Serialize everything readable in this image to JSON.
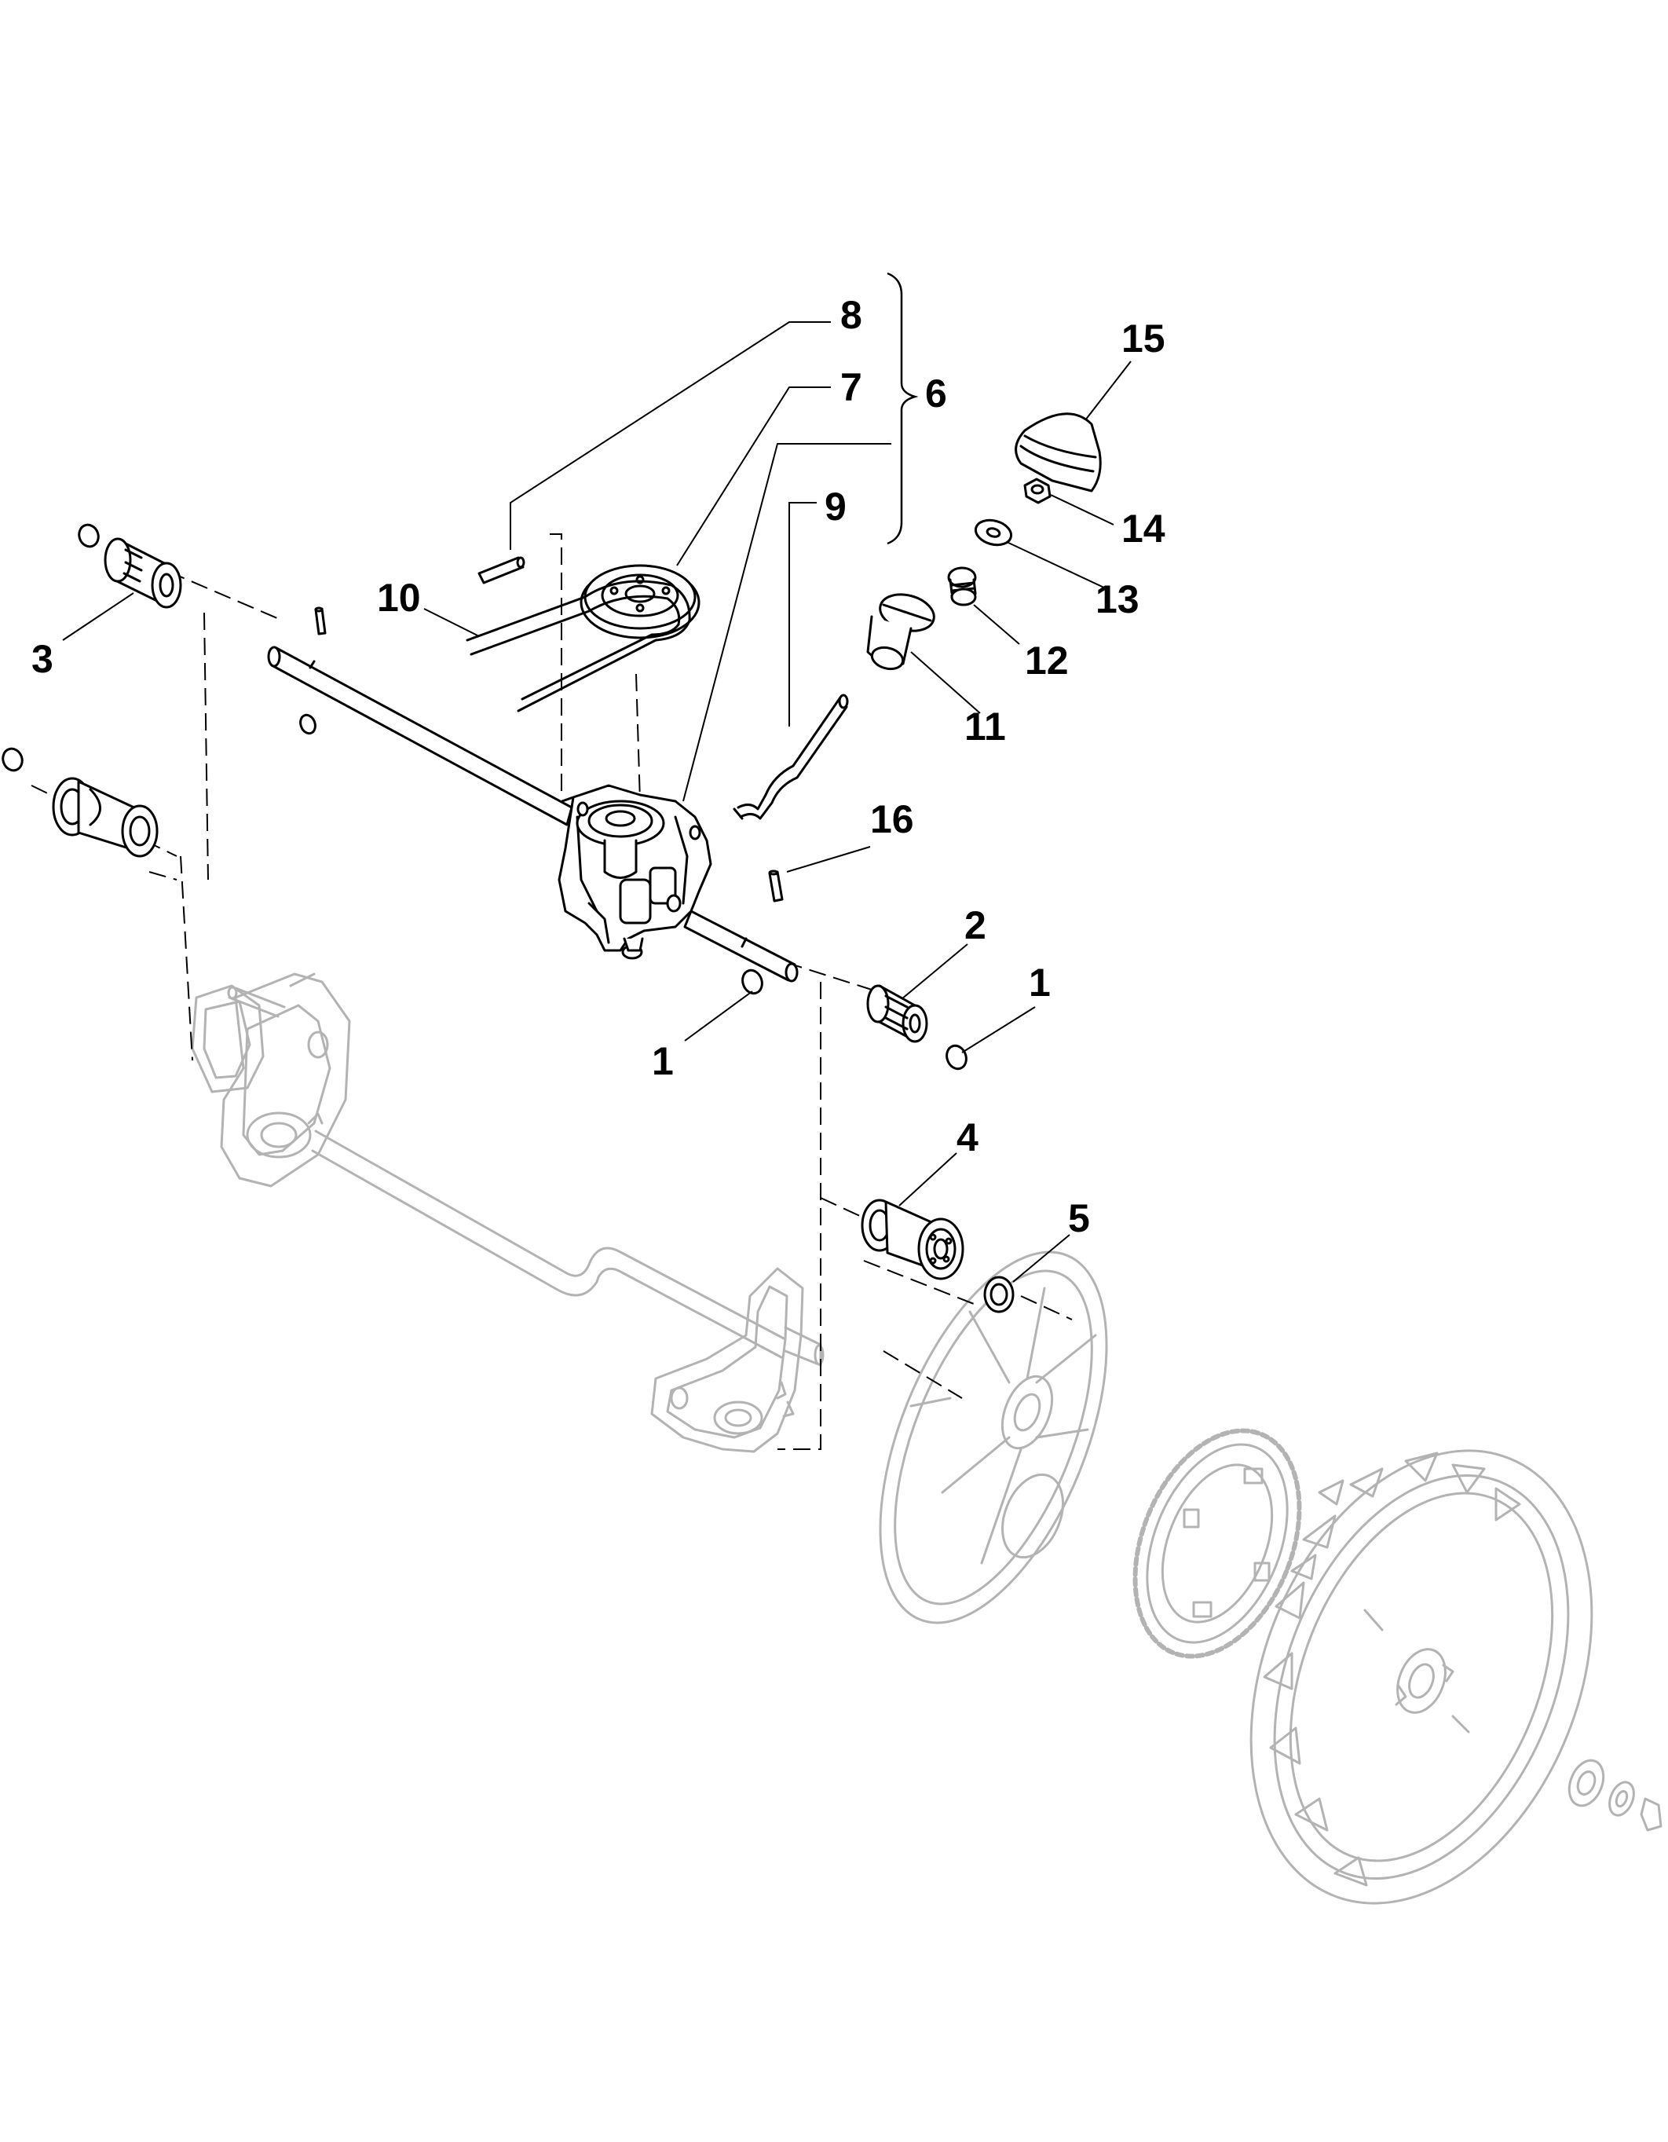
{
  "colors": {
    "part_stroke": "#000000",
    "ghost_stroke": "#b3b3b3",
    "background": "#ffffff"
  },
  "callouts": {
    "c1a": "1",
    "c1b": "1",
    "c2": "2",
    "c3": "3",
    "c4": "4",
    "c5": "5",
    "c6": "6",
    "c7": "7",
    "c8": "8",
    "c9": "9",
    "c10": "10",
    "c11": "11",
    "c12": "12",
    "c13": "13",
    "c14": "14",
    "c15": "15",
    "c16": "16"
  }
}
